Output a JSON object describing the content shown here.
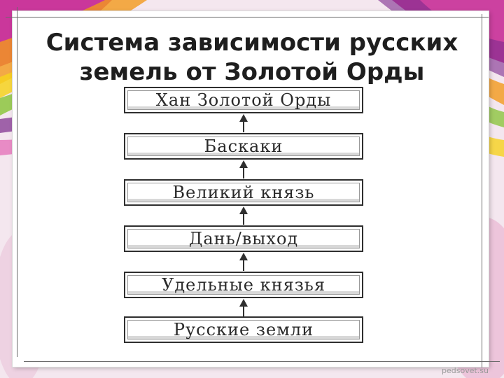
{
  "title_lines": [
    "Система зависимости русских",
    "земель от Золотой Орды"
  ],
  "boxes": [
    "Хан Золотой Орды",
    "Баскаки",
    "Великий князь",
    "Дань/выход",
    "Удельные князья",
    "Русские земли"
  ],
  "watermark": "pedsovet.su",
  "colors": {
    "decor_magenta": "#c2188c",
    "decor_orange": "#f39a1c",
    "decor_yellow": "#f6d21e",
    "decor_green": "#8cc63e",
    "decor_purple": "#7b2a8c",
    "box_border": "#2f2f2f"
  }
}
